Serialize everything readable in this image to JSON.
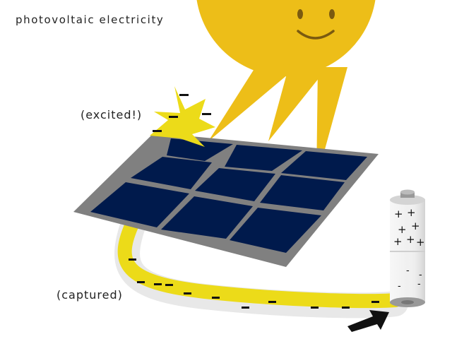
{
  "title": "photovoltaic electricity",
  "labels": {
    "excited": "(excited!)",
    "captured": "(captured)"
  },
  "battery": {
    "positive_symbol": "+",
    "negative_symbol": "-"
  },
  "electron_symbol": "–",
  "colors": {
    "sun": "#EDBE18",
    "spark": "#ECDB19",
    "panel_frame": "#808080",
    "panel_cell": "#001A4C",
    "wire": "#E8E8E8",
    "current": "#ECDB19",
    "electron": "#111111",
    "battery_cap": "#999999",
    "arrow": "#111111"
  },
  "icons": {
    "sun": "smiling-sun-icon",
    "spark": "spark-burst-icon",
    "arrow": "current-arrow-icon"
  }
}
